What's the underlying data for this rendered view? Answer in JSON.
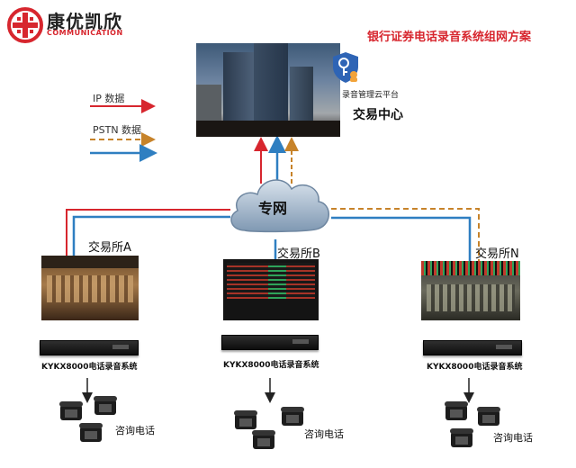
{
  "brand": {
    "name_cn": "康优凯欣",
    "name_en": "COMMUNICATION",
    "accent": "#d7262e"
  },
  "title": "银行证券电话录音系统组网方案",
  "legend": {
    "ip_label": "IP 数据",
    "pstn_label": "PSTN 数据",
    "ip_color": "#d7262e",
    "pstn_color": "#c7832a",
    "link_color": "#2f7fc1"
  },
  "center": {
    "platform": "录音管理云平台",
    "name": "交易中心",
    "icon": "shield-key-icon"
  },
  "network": {
    "label": "专网"
  },
  "exchanges": [
    {
      "name": "交易所A",
      "device": "KYKX8000电话录音系统",
      "phones": "咨询电话"
    },
    {
      "name": "交易所B",
      "device": "KYKX8000电话录音系统",
      "phones": "咨询电话"
    },
    {
      "name": "交易所N",
      "device": "KYKX8000电话录音系统",
      "phones": "咨询电话"
    }
  ]
}
